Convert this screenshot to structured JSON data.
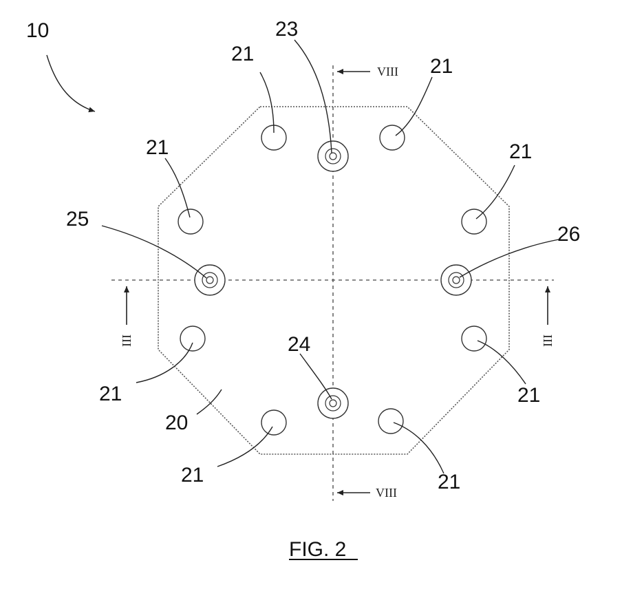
{
  "figure": {
    "caption": "FIG. 2",
    "assembly_label": "10",
    "plate_label": "20",
    "hole_label": "21",
    "port_labels": {
      "top": "23",
      "bottom": "24",
      "left": "25",
      "right": "26"
    },
    "section_labels": {
      "vertical": "VIII",
      "horizontal": "III"
    }
  }
}
